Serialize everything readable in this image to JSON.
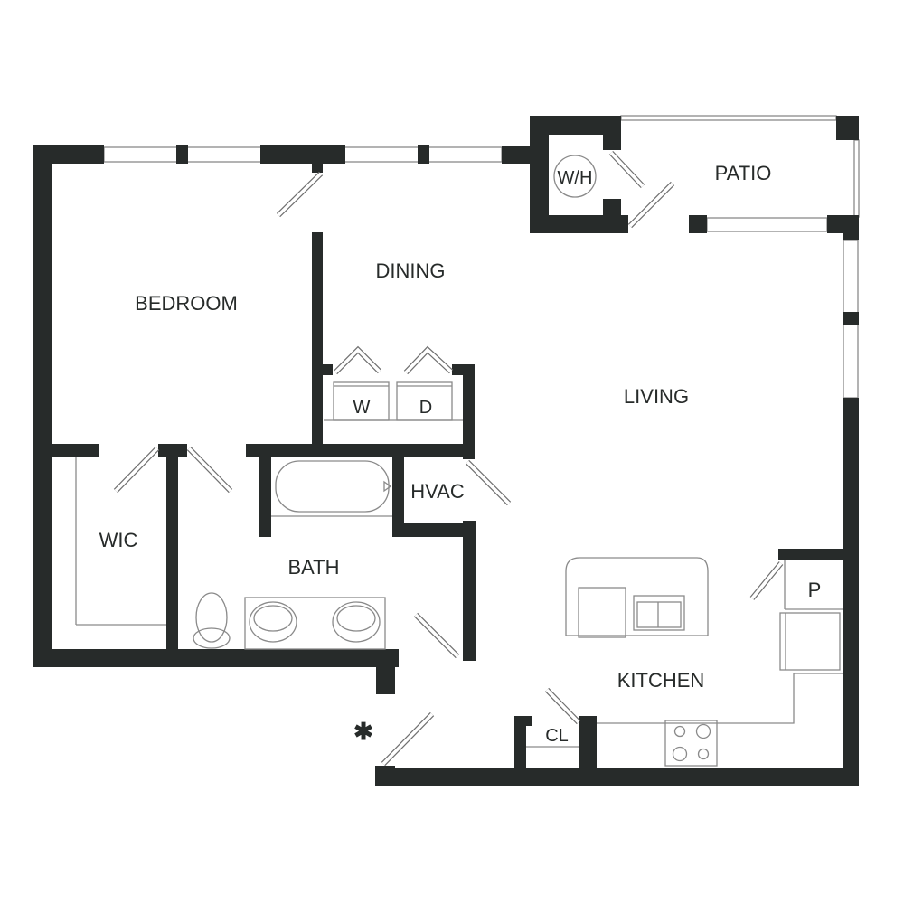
{
  "rooms": {
    "bedroom": "BEDROOM",
    "dining": "DINING",
    "water_heater": "W/H",
    "patio": "PATIO",
    "living": "LIVING",
    "washer": "W",
    "dryer": "D",
    "hvac": "HVAC",
    "wic": "WIC",
    "bath": "BATH",
    "pantry": "P",
    "kitchen": "KITCHEN",
    "closet": "CL"
  },
  "entry_marker": "✱",
  "colors": {
    "wall": "#272b2a",
    "fixture": "#8a8a8a"
  }
}
